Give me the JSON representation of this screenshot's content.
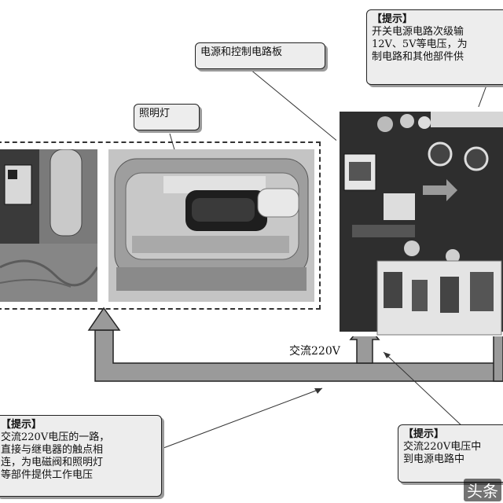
{
  "callouts": {
    "power_board": {
      "text": "电源和控制电路板"
    },
    "lamp": {
      "text": "照明灯"
    },
    "tip_top_right": {
      "title": "【提示】",
      "lines": [
        "开关电源电路次级输",
        "12V、5V等电压，为",
        "制电路和其他部件供"
      ]
    },
    "tip_bottom_left": {
      "title": "【提示】",
      "lines": [
        "交流220V电压的一路，",
        "直接与继电器的触点相",
        "连，为电磁阀和照明灯",
        "等部件提供工作电压"
      ]
    },
    "tip_bottom_right": {
      "title": "【提示】",
      "lines": [
        "交流220V电压中",
        "到电源电路中"
      ]
    }
  },
  "ac_label": "交流220V",
  "watermark": "头条"
}
